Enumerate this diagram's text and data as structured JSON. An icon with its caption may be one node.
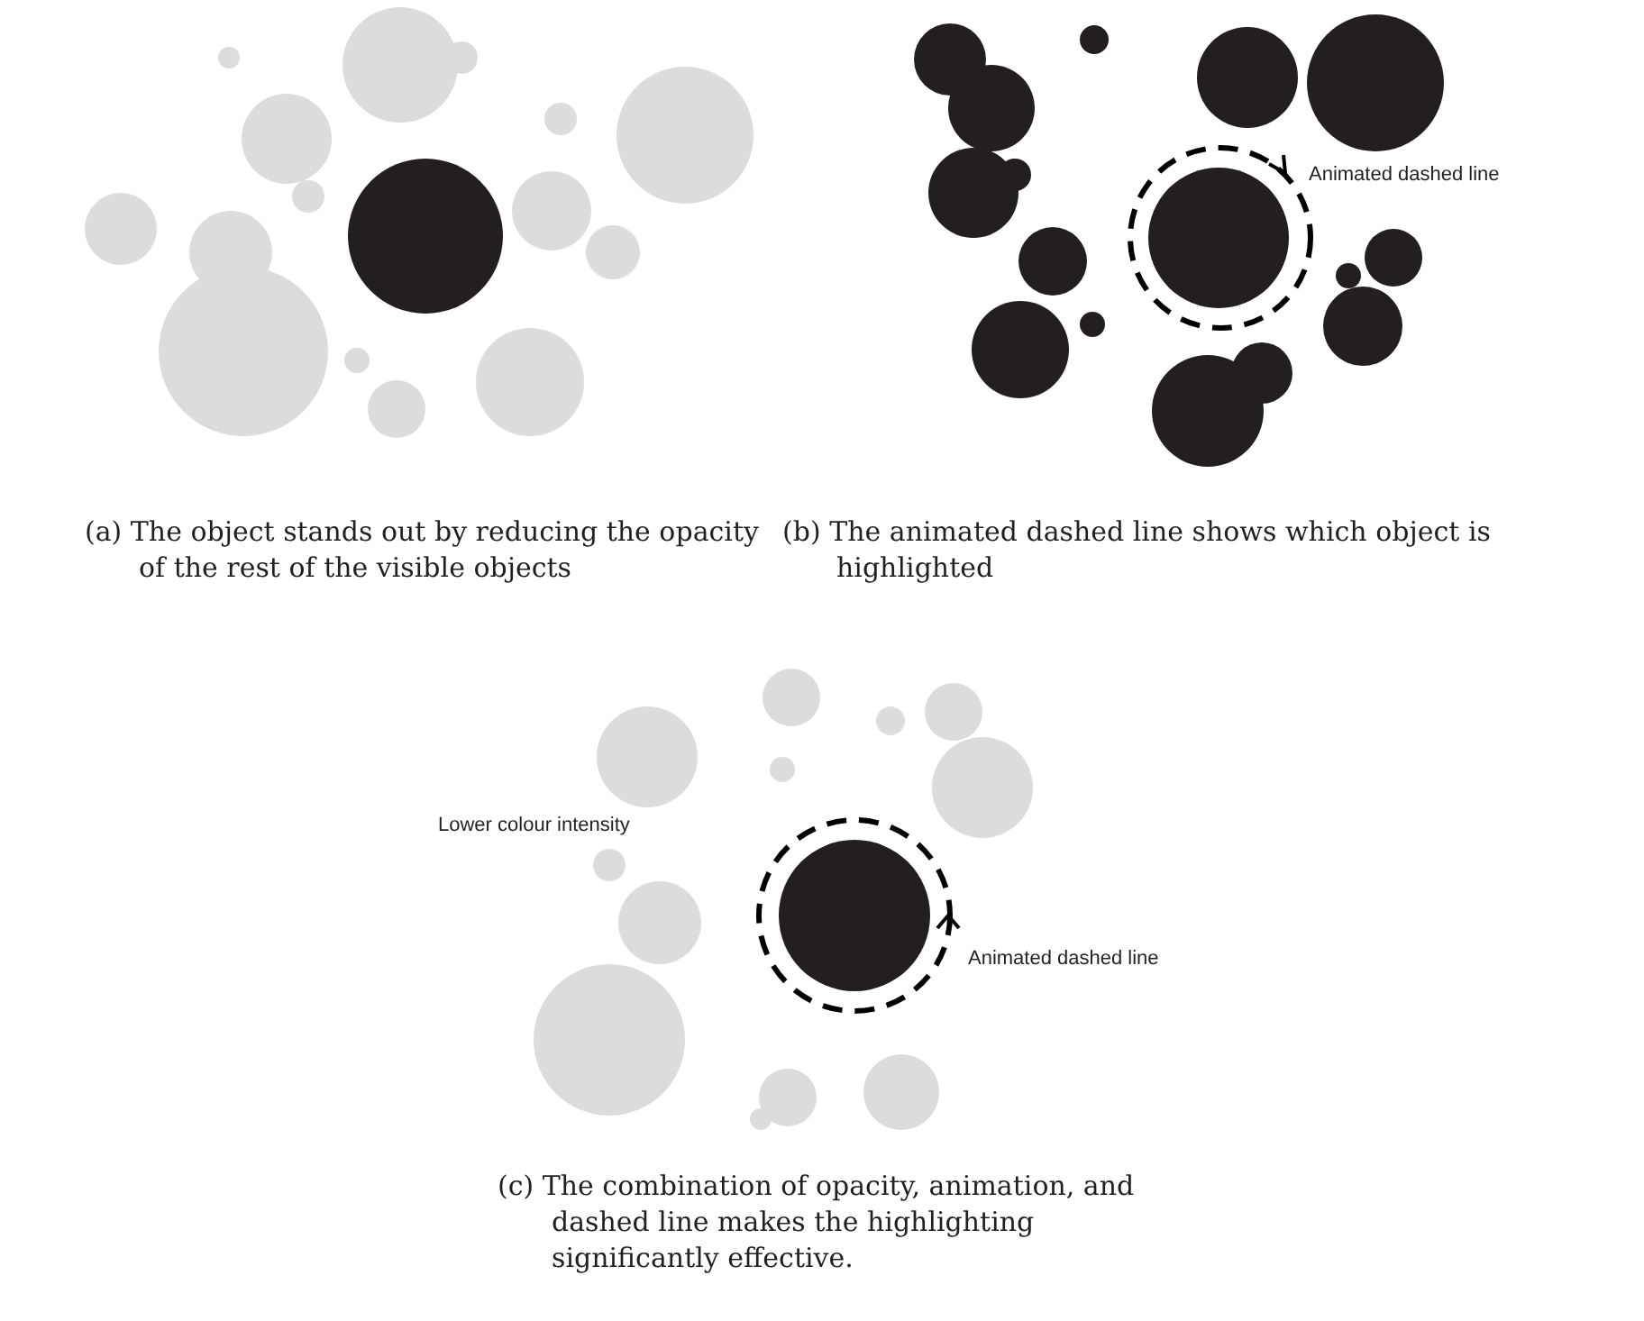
{
  "diagram": {
    "labels": [
      "Animated dashed line",
      "(a) The object stands out by reducing the opacity of the rest of the visible objects",
      "(b) The animated dashed line shows which object is highlighted",
      "Lower colour intensity",
      "Animated dashed line",
      "(c) The combination of opacity, animation, and dashed line makes the highlighting significantly effective."
    ]
  }
}
